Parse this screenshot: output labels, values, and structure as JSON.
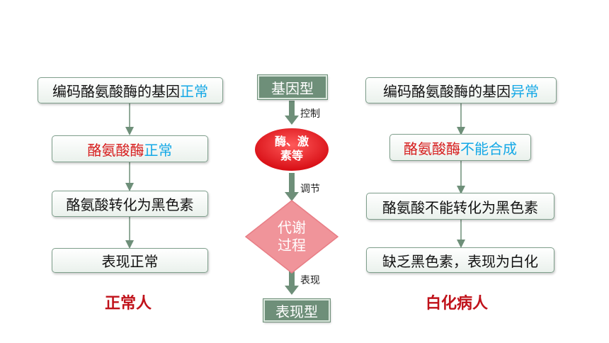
{
  "left": {
    "box1": {
      "prefix": "编码酪氨酸酶的基因",
      "suffix": "正常"
    },
    "box2": {
      "prefix": "酪氨酸酶",
      "suffix": "正常"
    },
    "box3": {
      "text": "酪氨酸转化为黑色素"
    },
    "box4": {
      "text": "表现正常"
    },
    "caption": "正常人"
  },
  "center": {
    "genotype": "基因型",
    "control_label": "控制",
    "enzyme_line1": "酶、激",
    "enzyme_line2": "素等",
    "regulate_label": "调节",
    "metab_line1": "代谢",
    "metab_line2": "过程",
    "express_label": "表现",
    "phenotype": "表现型"
  },
  "right": {
    "box1": {
      "prefix": "编码酪氨酸酶的基因",
      "suffix": "异常"
    },
    "box2": {
      "prefix": "酪氨酸酶",
      "suffix": "不能合成"
    },
    "box3": {
      "text": "酪氨酸不能转化为黑色素"
    },
    "box4": {
      "text": "缺乏黑色素，表现为白化"
    },
    "caption": "白化病人"
  },
  "colors": {
    "red": "#d61a1a",
    "blue": "#14a8e6",
    "green": "#6e8f79",
    "ellipse": "#e8141c",
    "diamond": "#f0949a"
  }
}
